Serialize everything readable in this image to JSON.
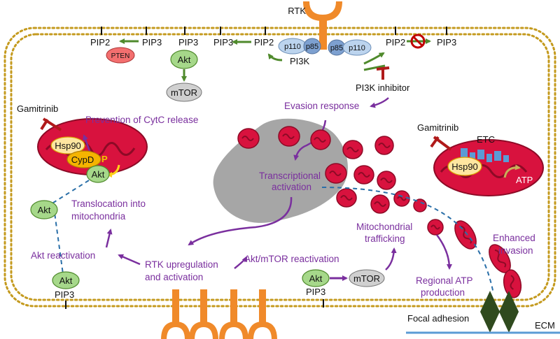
{
  "membrane": {
    "rtk": "RTK",
    "pip2_left": "PIP2",
    "pip3_left": "PIP3",
    "pten": "PTEN",
    "pip3_akt": "PIP3",
    "akt_top": "Akt",
    "mtor_top": "mTOR",
    "pip3_mid": "PIP3",
    "pip2_mid": "PIP2",
    "p110_a": "p110",
    "p85_a": "p85",
    "p85_b": "p85",
    "p110_b": "p110",
    "pi3k": "PI3K",
    "pip2_right": "PIP2",
    "pip3_right": "PIP3",
    "pi3k_inhibitor": "PI3K inhibitor"
  },
  "left_mito": {
    "gamitrinib": "Gamitrinib",
    "hsp90": "Hsp90",
    "cypd": "CypD",
    "p_mark": "P",
    "akt": "Akt",
    "cytc_text": "Prevention of CytC release"
  },
  "right_mito": {
    "gamitrinib": "Gamitrinib",
    "etc": "ETC",
    "hsp90": "Hsp90",
    "atp": "ATP"
  },
  "labels": {
    "evasion": "Evasion response",
    "transcriptional_1": "Transcriptional",
    "transcriptional_2": "activation",
    "translocation_1": "Translocation into",
    "translocation_2": "mitochondria",
    "akt_reactivation": "Akt reactivation",
    "rtk_up_1": "RTK upregulation",
    "rtk_up_2": "and activation",
    "akt_mtor": "Akt/mTOR reactivation",
    "mito_traffic_1": "Mitochondrial",
    "mito_traffic_2": "trafficking",
    "regional_atp_1": "Regional ATP",
    "regional_atp_2": "production",
    "enhanced_1": "Enhanced",
    "enhanced_2": "invasion",
    "focal_adhesion": "Focal adhesion",
    "ecm": "ECM"
  },
  "bottom": {
    "akt_left": "Akt",
    "pip3_left": "PIP3",
    "akt_mid_left": "Akt",
    "akt_mid": "Akt",
    "mtor_mid": "mTOR",
    "pip3_mid": "PIP3"
  },
  "colors": {
    "membrane": "#c49a1e",
    "rtk": "#f08a2a",
    "arrow_purple": "#7a2f9e",
    "arrow_green": "#4f8a2c",
    "inhibitor_red": "#b01a1a",
    "mito": "#d8123e",
    "akt_green": "#a6d88a",
    "focal_adhesion": "#2f4a1e",
    "ecm": "#5b9bd5"
  }
}
